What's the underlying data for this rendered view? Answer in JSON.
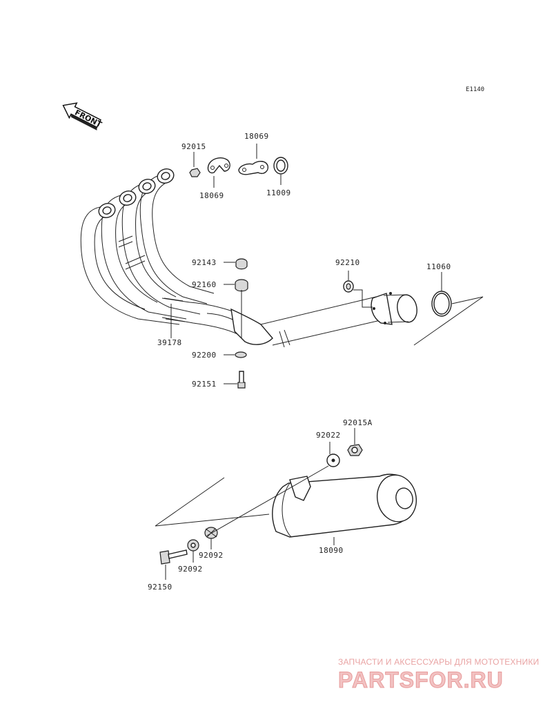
{
  "diagram_code": "E1140",
  "front_label": "FRONT",
  "parts": {
    "p92015": "92015",
    "p18069_top": "18069",
    "p18069_bottom": "18069",
    "p11009": "11009",
    "p92143": "92143",
    "p92160": "92160",
    "p39178": "39178",
    "p92200": "92200",
    "p92151": "92151",
    "p92210": "92210",
    "p11060": "11060",
    "p92022": "92022",
    "p92015A": "92015A",
    "p18090": "18090",
    "p92092_a": "92092",
    "p92092_b": "92092",
    "p92150": "92150"
  },
  "watermark": {
    "tagline": "ЗАПЧАСТИ И АКСЕССУАРЫ ДЛЯ МОТОТЕХНИКИ",
    "logo": "PARTSFOR.RU"
  }
}
